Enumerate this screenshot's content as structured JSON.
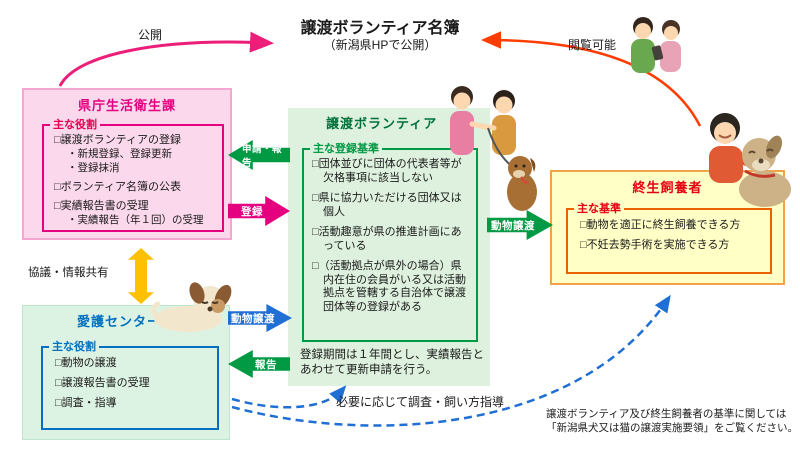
{
  "title": {
    "main": "譲渡ボランティア名簿",
    "sub": "（新潟県HPで公開）"
  },
  "labels": {
    "publish": "公開",
    "viewable": "閲覧可能",
    "apply_report": "申請・報告",
    "register": "登録",
    "animal_transfer_to_caretaker": "動物譲渡",
    "animal_transfer_to_volunteer": "動物譲渡",
    "report": "報告",
    "consultation": "協議・情報共有",
    "guidance": "必要に応じて調査・飼い方指導"
  },
  "pref_office": {
    "title": "県庁生活衛生課",
    "legend": "主な役割",
    "lines": [
      "□譲渡ボランティアの登録",
      "・新規登録、登録更新",
      "・登録抹消",
      "□ボランティア名簿の公表",
      "□実績報告書の受理",
      "・実績報告（年１回）の受理"
    ]
  },
  "volunteer": {
    "title": "譲渡ボランティア",
    "legend": "主な登録基準",
    "items": [
      "□団体並びに団体の代表者等が欠格事項に該当しない",
      "□県に協力いただける団体又は個人",
      "□活動趣意が県の推進計画にあっている",
      "□（活動拠点が県外の場合）県内在住の会員がいる又は活動拠点を管轄する自治体で譲渡団体等の登録がある"
    ],
    "note": "登録期間は１年間とし、実績報告とあわせて更新申請を行う。"
  },
  "caretaker": {
    "title": "終生飼養者",
    "legend": "主な基準",
    "items": [
      "□動物を適正に終生飼養できる方",
      "□不妊去勢手術を実施できる方"
    ]
  },
  "animal_center": {
    "title": "愛護センター等",
    "legend": "主な役割",
    "items": [
      "□動物の譲渡",
      "□譲渡報告書の受理",
      "□調査・指導"
    ]
  },
  "footnote": {
    "line1": "譲渡ボランティア及び終生飼養者の基準に関しては",
    "line2": "「新潟県犬又は猫の譲渡実施要領」をご覧ください。"
  },
  "icons": {
    "couple": "couple-viewing-phone-illustration",
    "handover": "volunteer-receiving-dog-illustration",
    "girl": "girl-hugging-dog-illustration",
    "dog": "resting-dog-illustration"
  },
  "colors": {
    "pink_box_bg": "#fbd8ec",
    "pink_accent": "#e4007f",
    "green_box_bg": "#def1de",
    "green_accent": "#009944",
    "green_title": "#00703a",
    "yellow_box_bg": "#ffffc6",
    "orange_border": "#eb6100",
    "red_accent": "#e60012",
    "lightgreen_box_bg": "#dcf2e2",
    "blue_accent": "#0070c0",
    "blue_arrow": "#1f6fd4",
    "yellow_arrow": "#ffc000",
    "pink_arrow": "#ed1e79",
    "red_arrow": "#ff3c00"
  }
}
